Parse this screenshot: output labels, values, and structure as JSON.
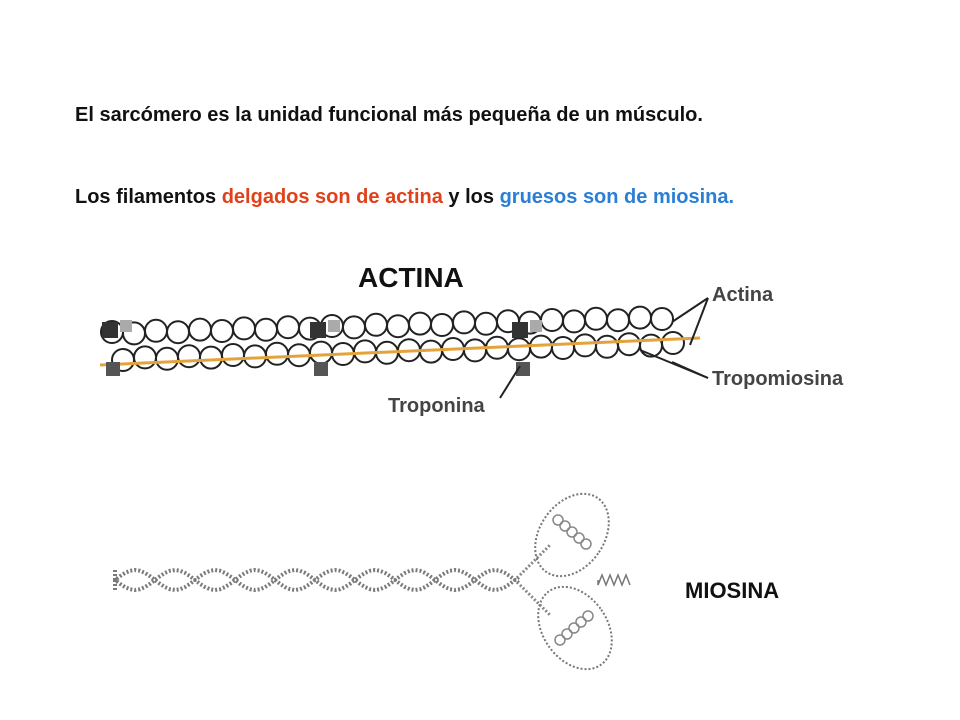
{
  "text": {
    "p1": "El sarcómero es la unidad funcional más pequeña de un músculo.",
    "p2_start": "Los filamentos ",
    "p2_red": "delgados son de actina",
    "p2_mid": " y los ",
    "p2_blue": "gruesos son de miosina.",
    "actina_title": "ACTINA",
    "miosina_title": "MIOSINA",
    "label_actina": "Actina",
    "label_tropomiosina": "Tropomiosina",
    "label_troponina": "Troponina"
  },
  "colors": {
    "red": "#e0401a",
    "blue": "#2a7fd4",
    "tropomyosin": "#e3a23a"
  }
}
